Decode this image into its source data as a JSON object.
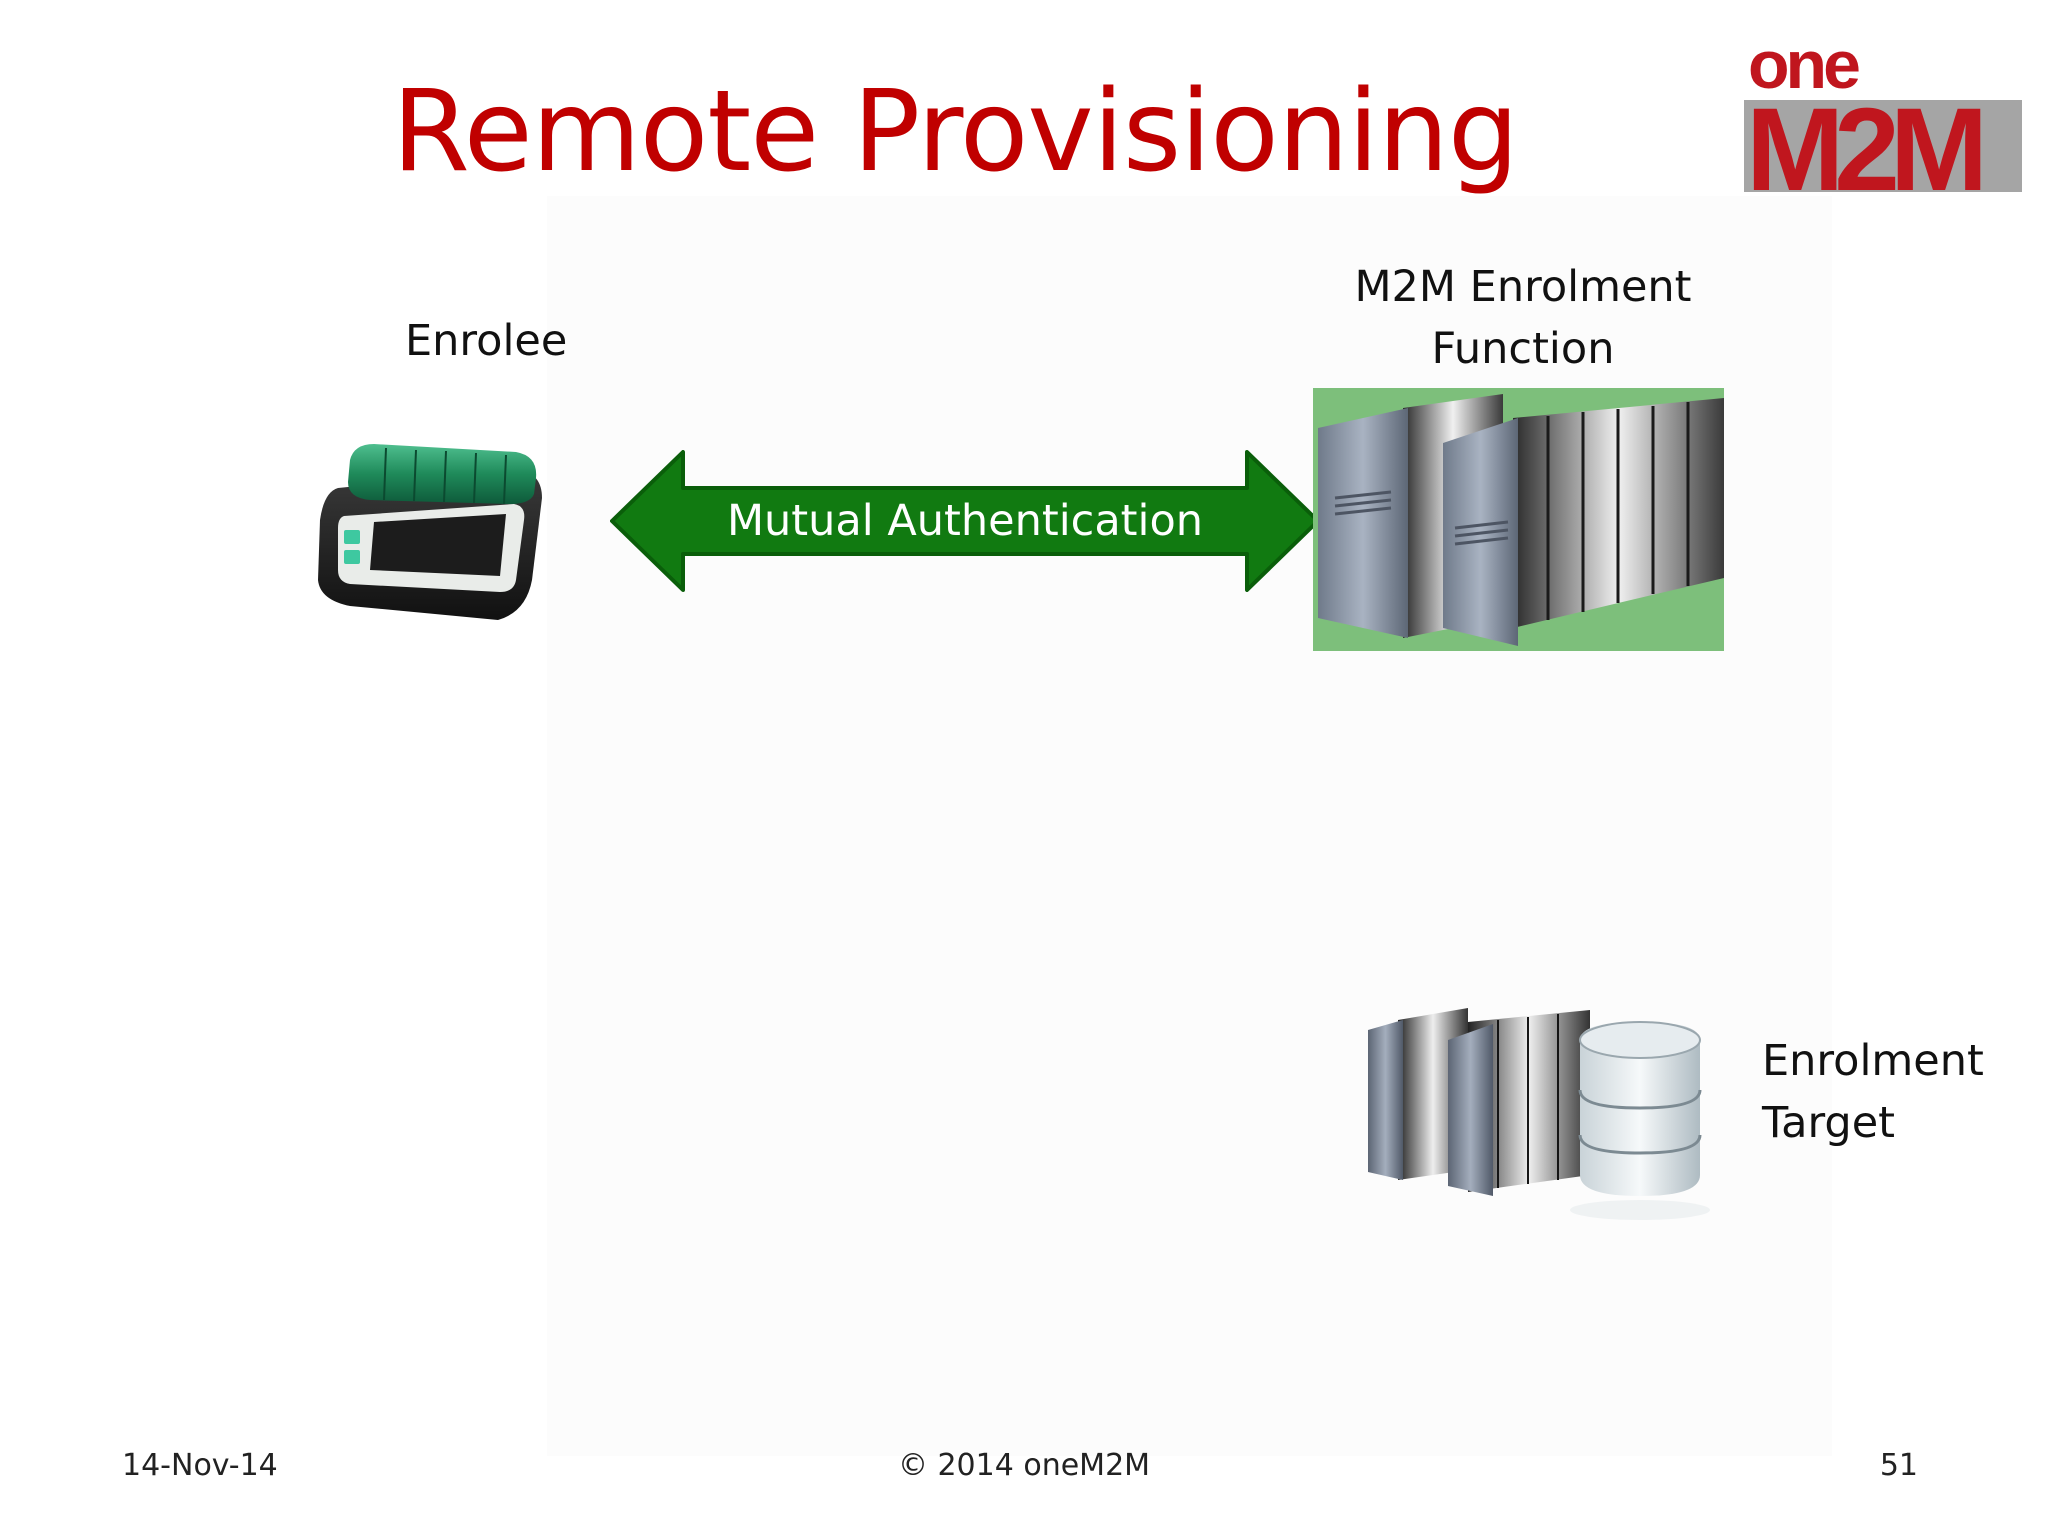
{
  "slide": {
    "title": "Remote Provisioning",
    "logo": {
      "top_text": "one",
      "bottom_text": "M2M",
      "colors": {
        "red": "#c0161e",
        "gray": "#a5a5a5"
      }
    }
  },
  "diagram": {
    "enrolee": {
      "label": "Enrolee",
      "icon": "handheld-device-icon"
    },
    "enrolment_function": {
      "label_line1": "M2M Enrolment",
      "label_line2": "Function",
      "icon": "server-rack-icon",
      "background_color": "#7dbf7b"
    },
    "mutual_auth": {
      "label": "Mutual Authentication",
      "color": "#117a11"
    },
    "enrolment_target": {
      "label_line1": "Enrolment",
      "label_line2": "Target",
      "icon": "server-database-icon"
    }
  },
  "footer": {
    "date": "14-Nov-14",
    "copyright": "© 2014 oneM2M",
    "page_number": "51"
  }
}
